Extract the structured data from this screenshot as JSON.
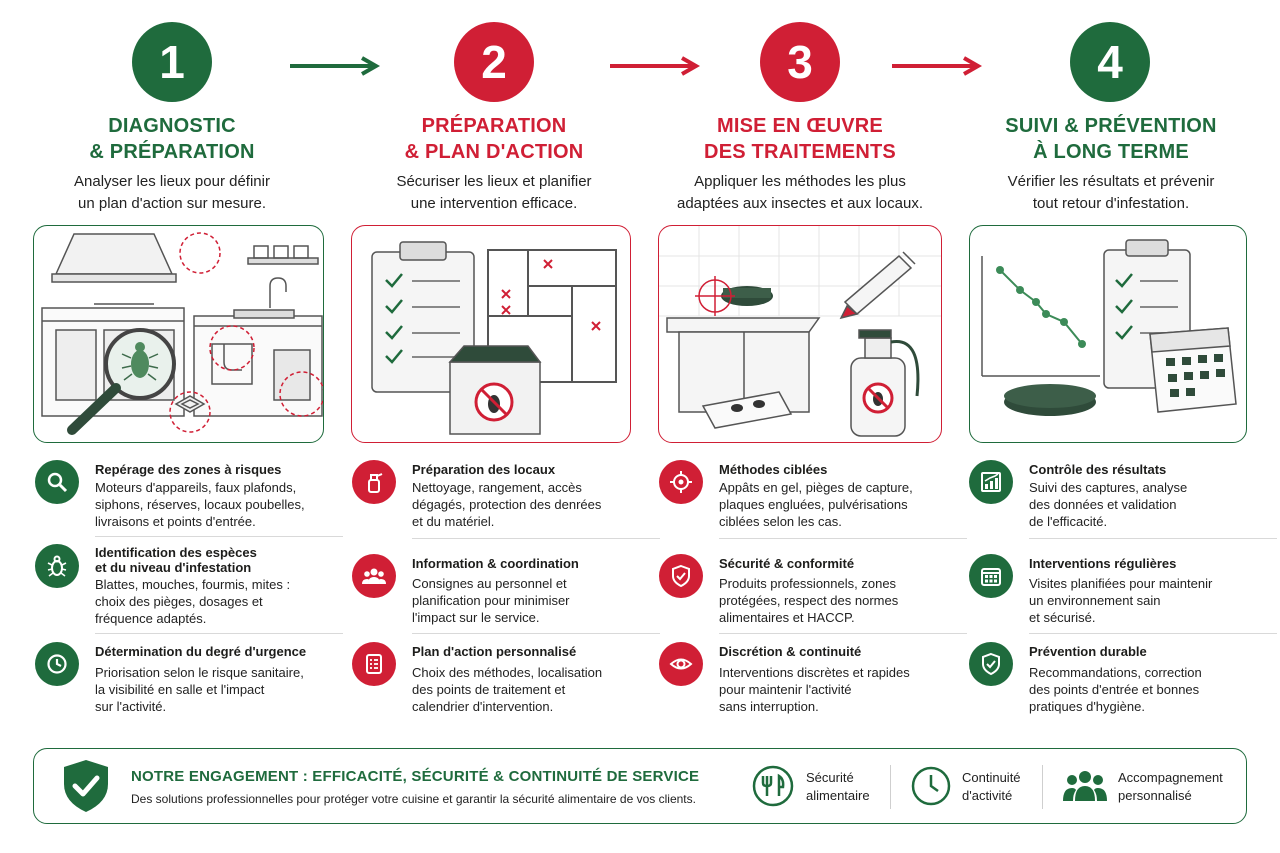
{
  "colors": {
    "green": "#1f6b3d",
    "red": "#d01f35"
  },
  "steps": [
    {
      "number": "1",
      "title_line1": "DIAGNOSTIC",
      "title_line2": "& PRÉPARATION",
      "desc_line1": "Analyser les lieux pour définir",
      "desc_line2": "un plan d'action sur mesure.",
      "items": [
        {
          "icon": "search-icon",
          "title_line1": "Repérage des zones à risques",
          "text": [
            "Moteurs d'appareils, faux plafonds,",
            "siphons, réserves, locaux poubelles,",
            "livraisons et points d'entrée."
          ]
        },
        {
          "icon": "bug-icon",
          "title_line1": "Identification des espèces",
          "title_line2": "et du niveau d'infestation",
          "text": [
            "Blattes, mouches, fourmis, mites :",
            "choix des pièges, dosages et",
            "fréquence adaptés."
          ]
        },
        {
          "icon": "clock-icon",
          "title_line1": "Détermination du degré d'urgence",
          "text": [
            "Priorisation selon le risque sanitaire,",
            "la visibilité en salle et l'impact",
            "sur l'activité."
          ]
        }
      ]
    },
    {
      "number": "2",
      "title_line1": "PRÉPARATION",
      "title_line2": "& PLAN D'ACTION",
      "desc_line1": "Sécuriser les lieux et planifier",
      "desc_line2": "une intervention efficace.",
      "items": [
        {
          "icon": "spray-bottle-icon",
          "title_line1": "Préparation des locaux",
          "text": [
            "Nettoyage, rangement, accès",
            "dégagés, protection des denrées",
            "et du matériel."
          ]
        },
        {
          "icon": "team-icon",
          "title_line1": "Information & coordination",
          "text": [
            "Consignes au personnel et",
            "planification pour minimiser",
            "l'impact sur le service."
          ]
        },
        {
          "icon": "checklist-icon",
          "title_line1": "Plan d'action personnalisé",
          "text": [
            "Choix des méthodes, localisation",
            "des points de traitement et",
            "calendrier d'intervention."
          ]
        }
      ]
    },
    {
      "number": "3",
      "title_line1": "MISE EN ŒUVRE",
      "title_line2": "DES TRAITEMENTS",
      "desc_line1": "Appliquer les méthodes les plus",
      "desc_line2": "adaptées aux insectes et aux locaux.",
      "items": [
        {
          "icon": "target-icon",
          "title_line1": "Méthodes ciblées",
          "text": [
            "Appâts en gel, pièges de capture,",
            "plaques engluées, pulvérisations",
            "ciblées selon les cas."
          ]
        },
        {
          "icon": "shield-check-icon",
          "title_line1": "Sécurité & conformité",
          "text": [
            "Produits professionnels, zones",
            "protégées, respect des normes",
            "alimentaires et HACCP."
          ]
        },
        {
          "icon": "eye-icon",
          "title_line1": "Discrétion & continuité",
          "text": [
            "Interventions discrètes et rapides",
            "pour maintenir l'activité",
            "sans interruption."
          ]
        }
      ]
    },
    {
      "number": "4",
      "title_line1": "SUIVI & PRÉVENTION",
      "title_line2": "À LONG TERME",
      "desc_line1": "Vérifier les résultats et prévenir",
      "desc_line2": "tout retour d'infestation.",
      "items": [
        {
          "icon": "chart-icon",
          "title_line1": "Contrôle des résultats",
          "text": [
            "Suivi des captures, analyse",
            "des données et validation",
            "de l'efficacité."
          ]
        },
        {
          "icon": "calendar-icon",
          "title_line1": "Interventions régulières",
          "text": [
            "Visites planifiées pour maintenir",
            "un environnement sain",
            "et sécurisé."
          ]
        },
        {
          "icon": "shield-check-icon",
          "title_line1": "Prévention durable",
          "text": [
            "Recommandations, correction",
            "des points d'entrée et bonnes",
            "pratiques d'hygiène."
          ]
        }
      ]
    }
  ],
  "footer": {
    "title": "NOTRE ENGAGEMENT : EFFICACITÉ, SÉCURITÉ & CONTINUITÉ DE SERVICE",
    "text": "Des solutions professionnelles pour protéger votre cuisine et garantir la sécurité alimentaire de vos clients.",
    "items": [
      {
        "icon": "cutlery-icon",
        "line1": "Sécurité",
        "line2": "alimentaire"
      },
      {
        "icon": "clock-icon",
        "line1": "Continuité",
        "line2": "d'activité"
      },
      {
        "icon": "team-icon",
        "line1": "Accompagnement",
        "line2": "personnalisé"
      }
    ]
  }
}
